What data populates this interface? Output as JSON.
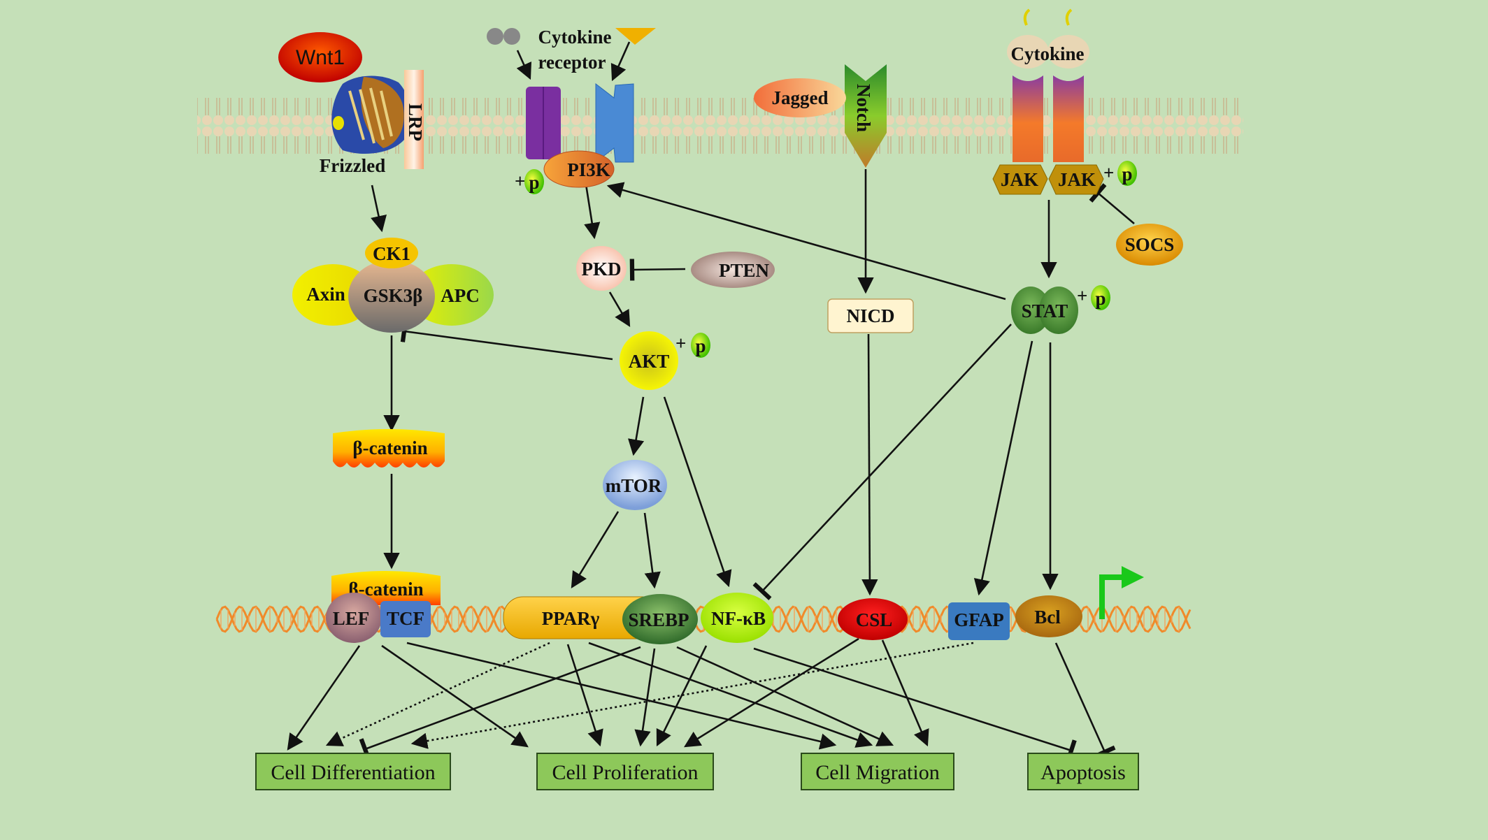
{
  "membrane_labels": {
    "wnt1": "Wnt1",
    "lrp": "LRP",
    "frizzled": "Frizzled",
    "cytokine_receptor_line1": "Cytokine",
    "cytokine_receptor_line2": "receptor",
    "jagged": "Jagged",
    "notch": "Notch",
    "cytokine": "Cytokine",
    "jak_left": "JAK",
    "jak_right": "JAK"
  },
  "nodes": {
    "pi3k": "PI3K",
    "pkd": "PKD",
    "pten": "PTEN",
    "akt": "AKT",
    "mtor": "mTOR",
    "ck1": "CK1",
    "axin": "Axin",
    "gsk3b": "GSK3β",
    "apc": "APC",
    "beta_catenin": "β-catenin",
    "nicd": "NICD",
    "stat": "STAT",
    "socs": "SOCS"
  },
  "phospho": {
    "plus": "+",
    "p": "p"
  },
  "nucleus": {
    "beta_catenin": "β-catenin",
    "lef": "LEF",
    "tcf": "TCF",
    "ppar": "PPARγ",
    "srebp": "SREBP",
    "nfkb": "NF-κB",
    "csl": "CSL",
    "gfap": "GFAP",
    "bcl": "Bcl"
  },
  "outcomes": {
    "differentiation": "Cell Differentiation",
    "proliferation": "Cell Proliferation",
    "migration": "Cell Migration",
    "apoptosis": "Apoptosis"
  },
  "colors": {
    "background": "#c5e0b8",
    "outcome_box": "#8dc85a",
    "membrane_head": "#e8d6b4",
    "arrow": "#111111"
  }
}
